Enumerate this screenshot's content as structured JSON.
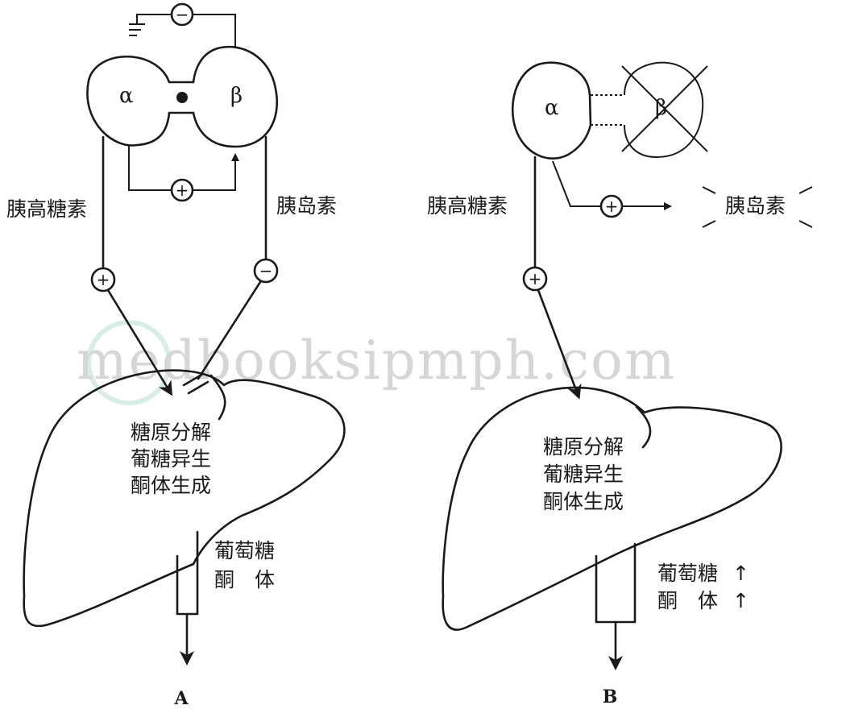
{
  "watermark": "medbooksipmph.com",
  "panel_a": {
    "panel_label": "A",
    "alpha": "α",
    "beta": "β",
    "glucagon": "胰高糖素",
    "insulin": "胰岛素",
    "liver_process_1": "糖原分解",
    "liver_process_2": "葡糖异生",
    "liver_process_3": "酮体生成",
    "output_1": "葡萄糖",
    "output_2": "酮　体",
    "sign_top": "−",
    "sign_loop": "+",
    "sign_glucagon": "+",
    "sign_insulin": "−"
  },
  "panel_b": {
    "panel_label": "B",
    "alpha": "α",
    "beta": "β",
    "glucagon": "胰高糖素",
    "insulin": "胰岛素",
    "liver_process_1": "糖原分解",
    "liver_process_2": "葡糖异生",
    "liver_process_3": "酮体生成",
    "output_1": "葡萄糖",
    "output_2": "酮　体",
    "output_arrow_1": "↑",
    "output_arrow_2": "↑",
    "sign_alpha": "+",
    "sign_glucagon": "+"
  }
}
